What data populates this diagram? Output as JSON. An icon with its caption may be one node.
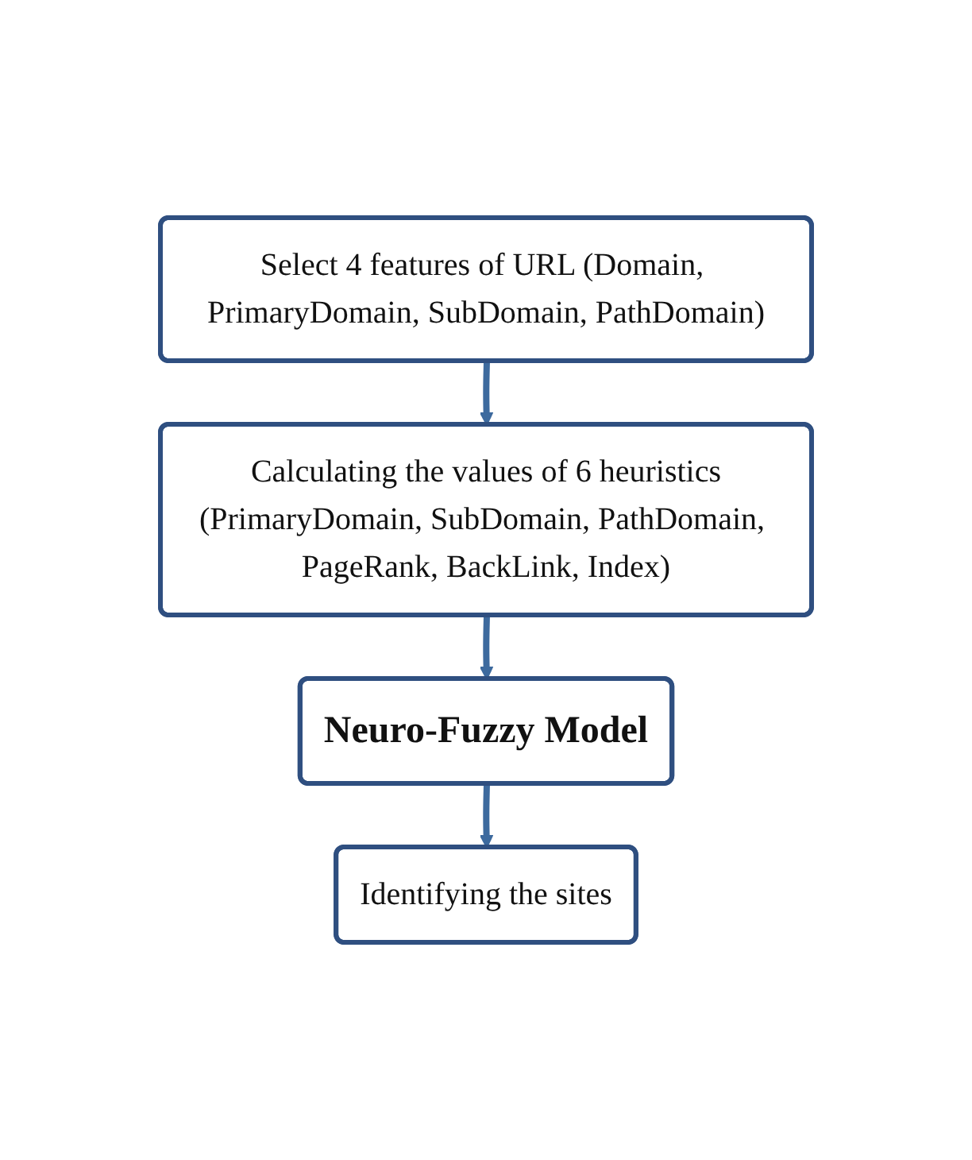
{
  "diagram": {
    "nodes": [
      {
        "text": [
          "Select 4 features of URL (Domain, PrimaryDomain, SubDomain, PathDomain)"
        ]
      },
      {
        "text": [
          "Calculating the values of 6 heuristics",
          "(PrimaryDomain, SubDomain, PathDomain, PageRank, BackLink, Index)"
        ]
      },
      {
        "text": [
          "Neuro-Fuzzy Model"
        ]
      },
      {
        "text": [
          "Identifying the sites"
        ]
      }
    ],
    "edges": [
      {
        "from": 0,
        "to": 1,
        "arrow": "to"
      },
      {
        "from": 1,
        "to": 2,
        "arrow": "to"
      },
      {
        "from": 2,
        "to": 3,
        "arrow": "to"
      }
    ]
  }
}
